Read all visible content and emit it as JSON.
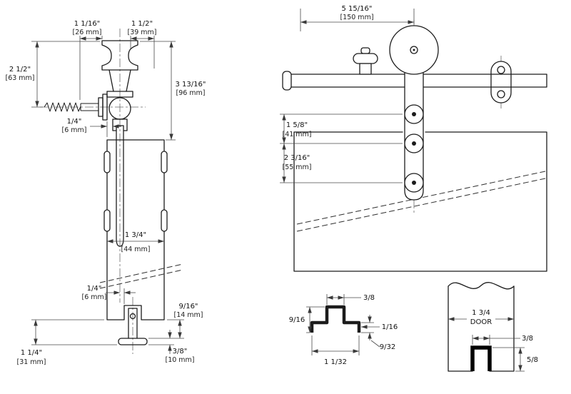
{
  "side": {
    "d26f": "1 1/16\"",
    "d26m": "[26 mm]",
    "d39f": "1 1/2\"",
    "d39m": "[39 mm]",
    "d63f": "2 1/2\"",
    "d63m": "[63 mm]",
    "d96f": "3 13/16\"",
    "d96m": "[96 mm]",
    "d6af": "1/4\"",
    "d6am": "[6 mm]",
    "d44f": "1 3/4\"",
    "d44m": "[44 mm]",
    "d6bf": "1/4\"",
    "d6bm": "[6 mm]",
    "d14f": "9/16\"",
    "d14m": "[14 mm]",
    "d31f": "1 1/4\"",
    "d31m": "[31 mm]",
    "d10f": "3/8\"",
    "d10m": "[10 mm]"
  },
  "front": {
    "d150f": "5 15/16\"",
    "d150m": "[150 mm]",
    "d41f": "1 5/8\"",
    "d41m": "[41 mm]",
    "d55f": "2 3/16\"",
    "d55m": "[55 mm]"
  },
  "guide": {
    "top": "3/8",
    "left": "9/16",
    "right": "1/16",
    "notch": "9/32",
    "bottom": "1 1/32"
  },
  "door": {
    "width": "1 3/4",
    "label": "DOOR",
    "groove_w": "3/8",
    "groove_d": "5/8"
  }
}
